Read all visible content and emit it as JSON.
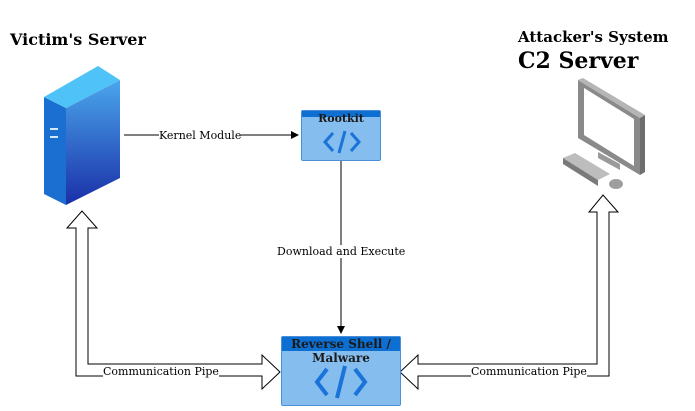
{
  "titles": {
    "victim": "Victim's Server",
    "attacker": "Attacker's System",
    "c2": "C2 Server"
  },
  "nodes": {
    "rootkit": {
      "label": "Rootkit",
      "icon": "code-icon"
    },
    "malware": {
      "label": "Reverse Shell / Malware",
      "icon": "code-icon"
    },
    "server": {
      "icon": "server-icon"
    },
    "computer": {
      "icon": "desktop-computer-icon"
    }
  },
  "edges": {
    "kernel_module": "Kernel Module",
    "download_execute": "Download and Execute",
    "pipe_left": "Communication Pipe",
    "pipe_right": "Communication Pipe"
  },
  "colors": {
    "box_fill": "#84bdee",
    "box_header": "#0e6fd2",
    "code_glyph": "#1a73d8"
  }
}
